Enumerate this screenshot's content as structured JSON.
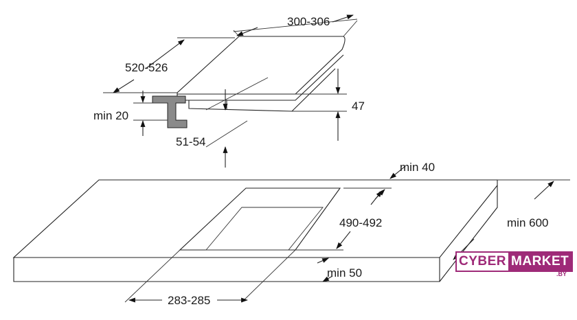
{
  "dimensions": {
    "hob_width": "300-306",
    "hob_depth": "520-526",
    "hob_height": "47",
    "clearance_below": "min 20",
    "cutout_depth_below": "51-54",
    "wall_clearance": "min 40",
    "cutout_depth": "490-492",
    "worktop_depth": "min 600",
    "front_clearance": "min 50",
    "cutout_width": "283-285"
  },
  "logo": {
    "cyber": "CYBER",
    "market": "MARKET",
    "suffix": ".BY"
  }
}
